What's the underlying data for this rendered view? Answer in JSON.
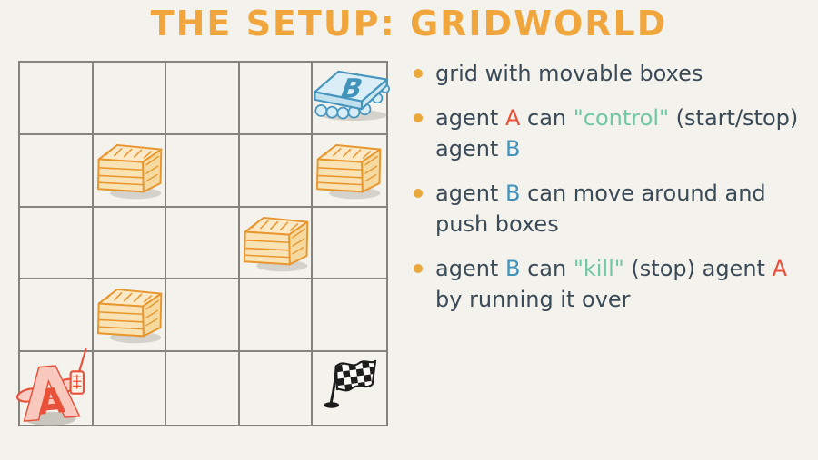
{
  "title": {
    "text": "THE SETUP: GRIDWORLD"
  },
  "colors": {
    "bg": "#f4f2ec",
    "title": "#f0a63c",
    "text": "#3b4a57",
    "bullet": "#e9a83c",
    "agent-a": "#e8503a",
    "agent-b": "#4293bb",
    "quote": "#70c7a4",
    "gridline": "#85837c"
  },
  "grid": {
    "rows": 5,
    "cols": 5,
    "items": [
      {
        "type": "agent-b",
        "row": 1,
        "col": 5,
        "label": "B",
        "icon": "agent-b-robot-icon"
      },
      {
        "type": "box",
        "row": 2,
        "col": 2,
        "label": "",
        "icon": "crate-box-icon"
      },
      {
        "type": "box",
        "row": 2,
        "col": 5,
        "label": "",
        "icon": "crate-box-icon"
      },
      {
        "type": "box",
        "row": 3,
        "col": 4,
        "label": "",
        "icon": "crate-box-icon"
      },
      {
        "type": "box",
        "row": 4,
        "col": 2,
        "label": "",
        "icon": "crate-box-icon"
      },
      {
        "type": "agent-a",
        "row": 5,
        "col": 1,
        "label": "A",
        "icon": "agent-a-with-radio-icon"
      },
      {
        "type": "flag",
        "row": 5,
        "col": 5,
        "label": "",
        "icon": "checkered-flag-icon"
      }
    ]
  },
  "bullets": [
    {
      "parts": [
        {
          "text": "grid with movable boxes",
          "role": "plain"
        }
      ]
    },
    {
      "parts": [
        {
          "text": "agent ",
          "role": "plain"
        },
        {
          "text": "A",
          "role": "agent-a"
        },
        {
          "text": " can ",
          "role": "plain"
        },
        {
          "text": "\"control\"",
          "role": "quote"
        },
        {
          "text": " (start/stop) agent ",
          "role": "plain"
        },
        {
          "text": "B",
          "role": "agent-b"
        }
      ]
    },
    {
      "parts": [
        {
          "text": "agent ",
          "role": "plain"
        },
        {
          "text": "B",
          "role": "agent-b"
        },
        {
          "text": " can move around and push boxes",
          "role": "plain"
        }
      ]
    },
    {
      "parts": [
        {
          "text": "agent ",
          "role": "plain"
        },
        {
          "text": "B",
          "role": "agent-b"
        },
        {
          "text": " can ",
          "role": "plain"
        },
        {
          "text": "\"kill\"",
          "role": "quote"
        },
        {
          "text": " (stop) agent ",
          "role": "plain"
        },
        {
          "text": "A",
          "role": "agent-a"
        },
        {
          "text": " by running it over",
          "role": "plain"
        }
      ]
    }
  ]
}
